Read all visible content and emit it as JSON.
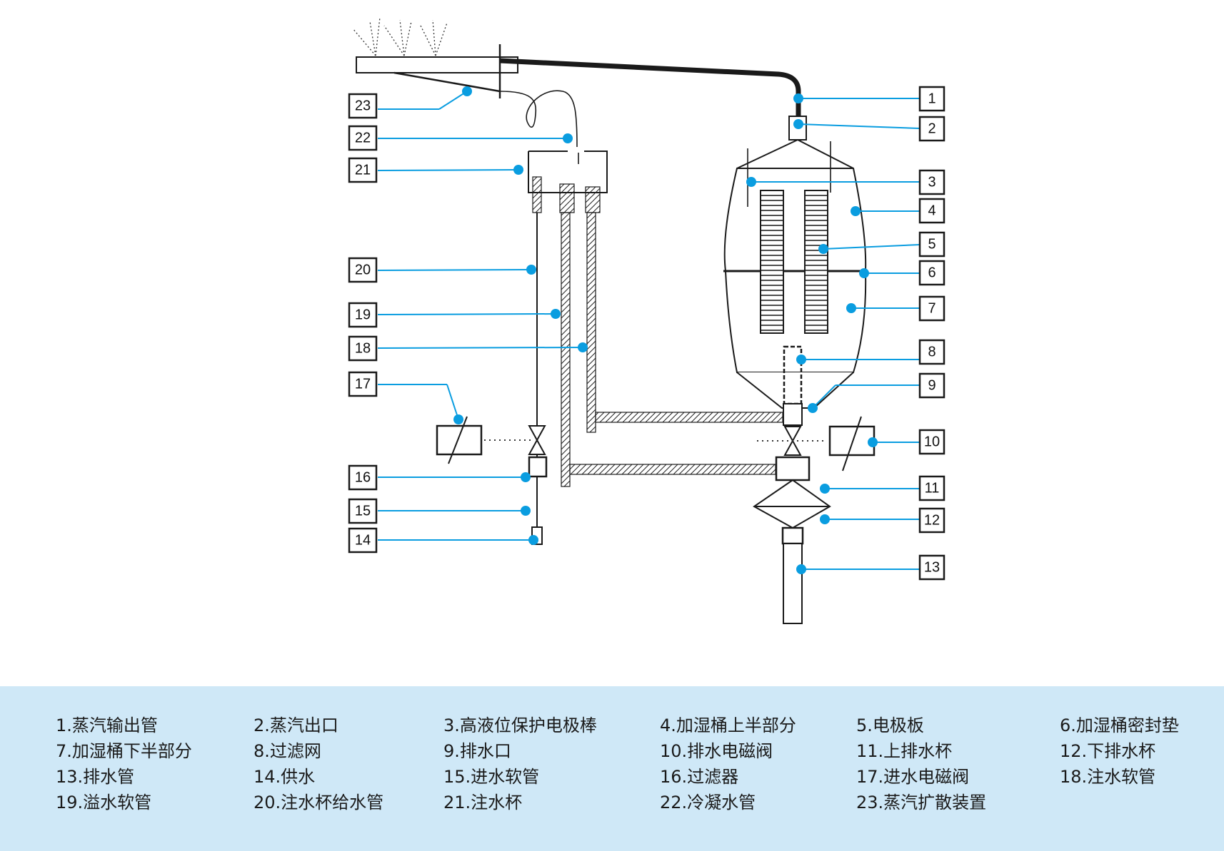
{
  "diagram": {
    "callout_numbers": [
      "1",
      "2",
      "3",
      "4",
      "5",
      "6",
      "7",
      "8",
      "9",
      "10",
      "11",
      "12",
      "13",
      "14",
      "15",
      "16",
      "17",
      "18",
      "19",
      "20",
      "21",
      "22",
      "23"
    ],
    "callout_color": "#0a9de0",
    "line_color": "#1a1a1a"
  },
  "legend": {
    "background": "#cfe8f7",
    "items": [
      "1.蒸汽输出管",
      "2.蒸汽出口",
      "3.高液位保护电极棒",
      "4.加湿桶上半部分",
      "5.电极板",
      "6.加湿桶密封垫",
      "7.加湿桶下半部分",
      "8.过滤网",
      "9.排水口",
      "10.排水电磁阀",
      "11.上排水杯",
      "12.下排水杯",
      "13.排水管",
      "14.供水",
      "15.进水软管",
      "16.过滤器",
      "17.进水电磁阀",
      "18.注水软管",
      "19.溢水软管",
      "20.注水杯给水管",
      "21.注水杯",
      "22.冷凝水管",
      "23.蒸汽扩散装置"
    ]
  }
}
